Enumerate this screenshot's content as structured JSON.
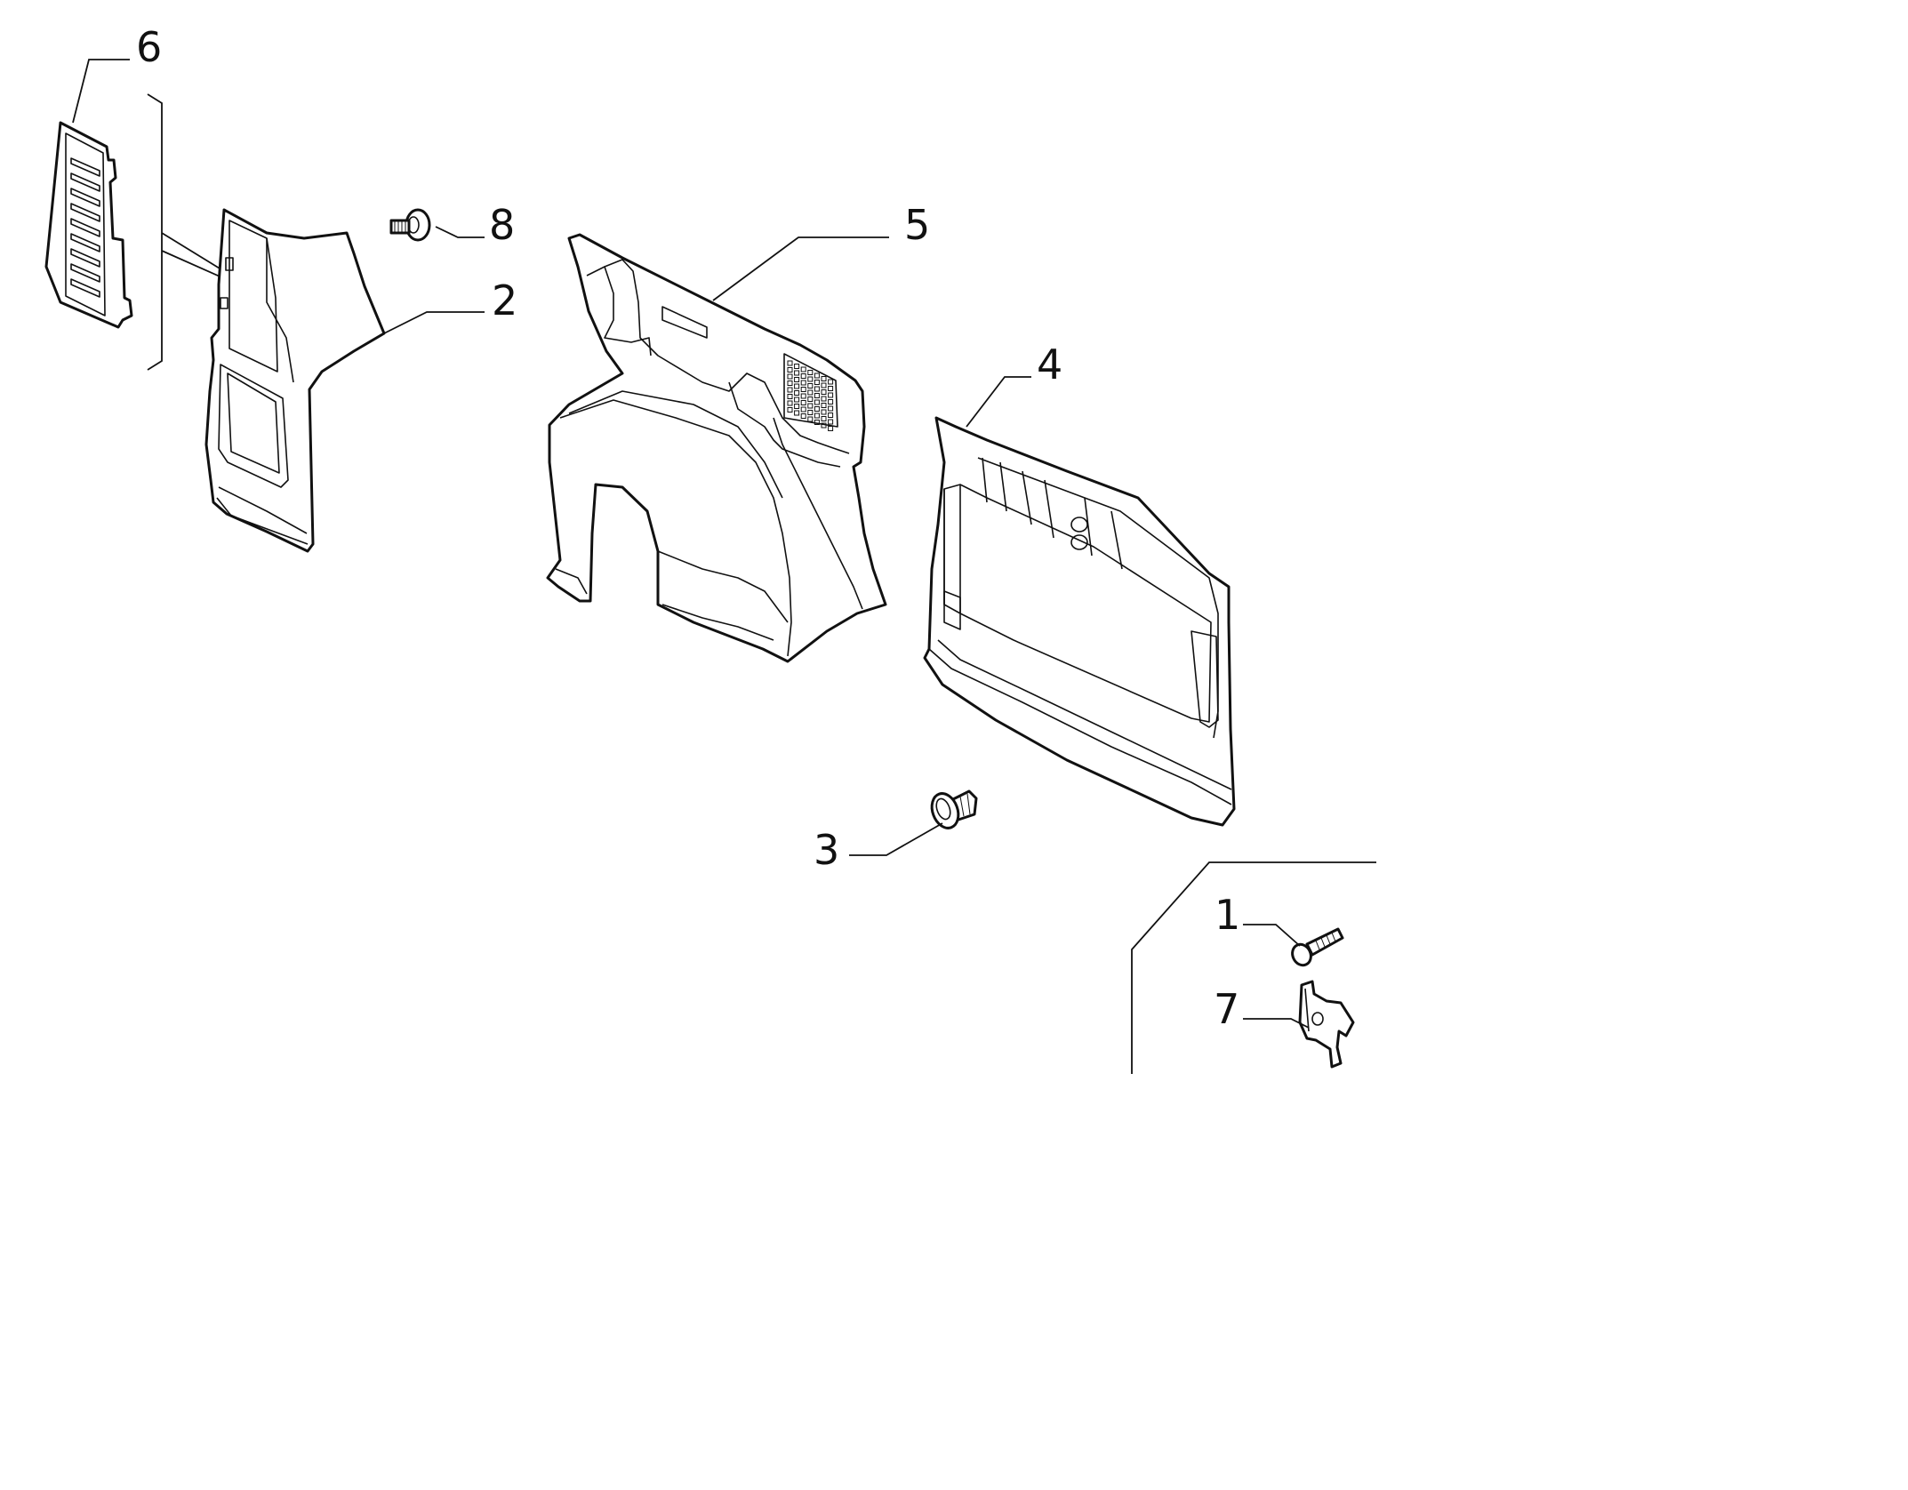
{
  "callouts": [
    {
      "id": "1",
      "text": "1"
    },
    {
      "id": "2",
      "text": "2"
    },
    {
      "id": "3",
      "text": "3"
    },
    {
      "id": "4",
      "text": "4"
    },
    {
      "id": "5",
      "text": "5"
    },
    {
      "id": "6",
      "text": "6"
    },
    {
      "id": "7",
      "text": "7"
    },
    {
      "id": "8",
      "text": "8"
    }
  ],
  "parts": [
    {
      "id": "1",
      "icon": "bolt-icon"
    },
    {
      "id": "2",
      "icon": "pillar-trim-panel-icon"
    },
    {
      "id": "3",
      "icon": "push-clip-icon"
    },
    {
      "id": "4",
      "icon": "side-door-trim-panel-icon"
    },
    {
      "id": "5",
      "icon": "wheel-arch-trim-panel-icon"
    },
    {
      "id": "6",
      "icon": "vent-grille-icon"
    },
    {
      "id": "7",
      "icon": "bracket-icon"
    },
    {
      "id": "8",
      "icon": "screw-icon"
    }
  ],
  "colors": {
    "line": "#111111",
    "background": "#ffffff"
  }
}
